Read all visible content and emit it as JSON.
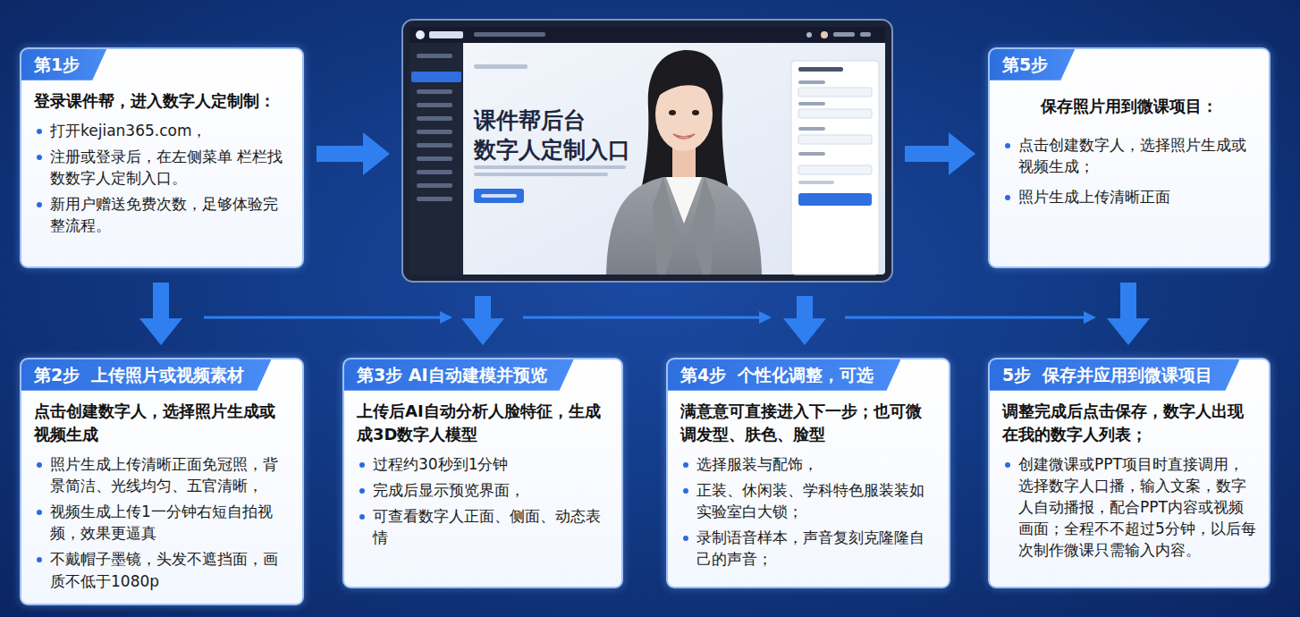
{
  "diagram": {
    "nodes": [
      {
        "text": [
          "第1步",
          "登录课件帮，进入数字人定制制：",
          "打开kejian365.com，",
          "注册或登录后，在左侧菜单 栏栏找数数字人定制入口。",
          "新用户赠送免费次数，足够体验完整流程。"
        ]
      },
      {
        "text": [
          "课件帮后台 数字人定制入口"
        ]
      },
      {
        "text": [
          "第5步",
          "保存照片用到微课项目：",
          "点击创建数字人，选择照片生成或视频生成；",
          "照片生成上传清晰正面"
        ]
      },
      {
        "text": [
          "第2步  上传照片或视频素材",
          "点击创建数字人，选择照片生成或视频生成",
          "照片生成上传清晰正面免冠照，背景简洁、光线均匀、五官清晰，",
          "视频生成上传1一分钟右短自拍视频，效果更逼真",
          "不戴帽子墨镜，头发不遮挡面，画质不低于1080p"
        ]
      },
      {
        "text": [
          "第3步 AI自动建模并预览",
          "上传后AI自动分析人脸特征，生成成3D数字人模型",
          "过程约30秒到1分钟",
          "完成后显示预览界面，",
          "可查看数字人正面、侧面、动态表情"
        ]
      },
      {
        "text": [
          "第4步  个性化调整，可选",
          "满意意可直接进入下一步；也可微调发型、肤色、脸型",
          "选择服装与配饰，",
          "正装、休闲装、学科特色服装装如实验室白大锁；",
          "录制语音样本，声音复刻克隆隆自己的声音；"
        ]
      },
      {
        "text": [
          "5步  保存并应用到微课项目",
          "调整完成后点击保存，数字人出现在我的数字人列表；",
          "创建微课或PPT项目时直接调用，选择数字人口播，输入文案，数字人自动播报，配合PPT内容或视频画面；全程不不超过5分钟，以后每次制作微课只需输入内容。"
        ]
      }
    ],
    "edges": [
      {
        "from": 0,
        "to": 1,
        "arrow": "to"
      },
      {
        "from": 1,
        "to": 2,
        "arrow": "to"
      },
      {
        "from": 0,
        "to": 3,
        "arrow": "to"
      },
      {
        "from": 1,
        "to": 4,
        "arrow": "to"
      },
      {
        "from": 1,
        "to": 5,
        "arrow": "to"
      },
      {
        "from": 2,
        "to": 6,
        "arrow": "to"
      }
    ]
  }
}
